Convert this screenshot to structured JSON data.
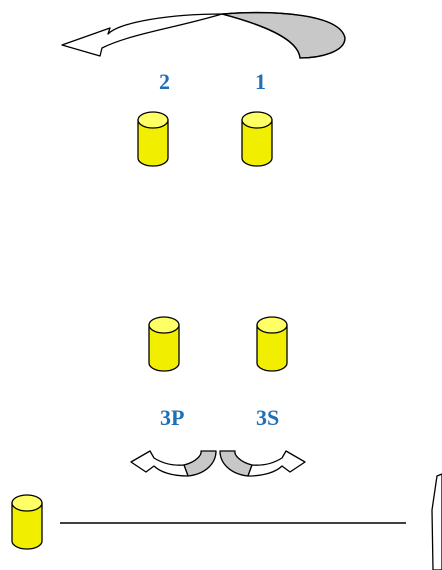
{
  "colors": {
    "label": "#1F6FB5",
    "cylinder_fill": "#F2EE00",
    "cylinder_top": "#FFFF66",
    "cylinder_stroke": "#000000",
    "arrow_fill_light": "#FFFFFF",
    "arrow_fill_dark": "#C8C8C8",
    "line": "#000000"
  },
  "labels": {
    "two": "2",
    "one": "1",
    "three_p": "3P",
    "three_s": "3S"
  },
  "icons": {
    "cylinder": "database-cylinder-icon",
    "curved_arrow": "curved-arrow-icon"
  }
}
